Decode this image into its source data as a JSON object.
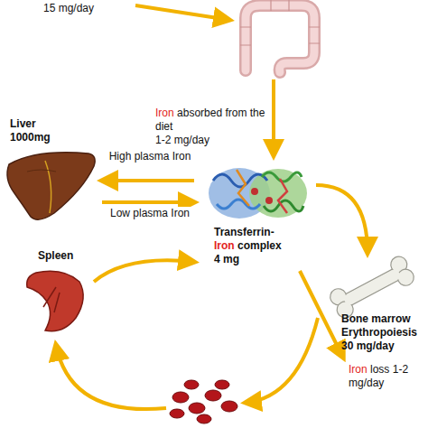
{
  "diagram": {
    "nodes": [
      {
        "text": [
          "Liver 1000mg"
        ]
      },
      {
        "text": [
          "Transferrin-",
          "Iron",
          "complex",
          "4 mg"
        ]
      },
      {
        "text": [
          "Bone marrow Erythropoiesis 30 mg/day"
        ]
      },
      {
        "text": [
          "Spleen"
        ]
      }
    ],
    "edges": [
      {
        "from": 1,
        "to": 0,
        "label": "High plasma Iron",
        "arrow": "to"
      },
      {
        "from": 0,
        "to": 1,
        "label": "Low plasma Iron",
        "arrow": "to"
      },
      {
        "from": 1,
        "to": 2,
        "arrow": "to"
      },
      {
        "from": 3,
        "to": 1,
        "arrow": "to"
      }
    ],
    "labels": [
      "15 mg/day",
      "Iron",
      "absorbed from the diet",
      "1-2 mg/day",
      "Iron",
      "loss 1-2 mg/day"
    ]
  }
}
